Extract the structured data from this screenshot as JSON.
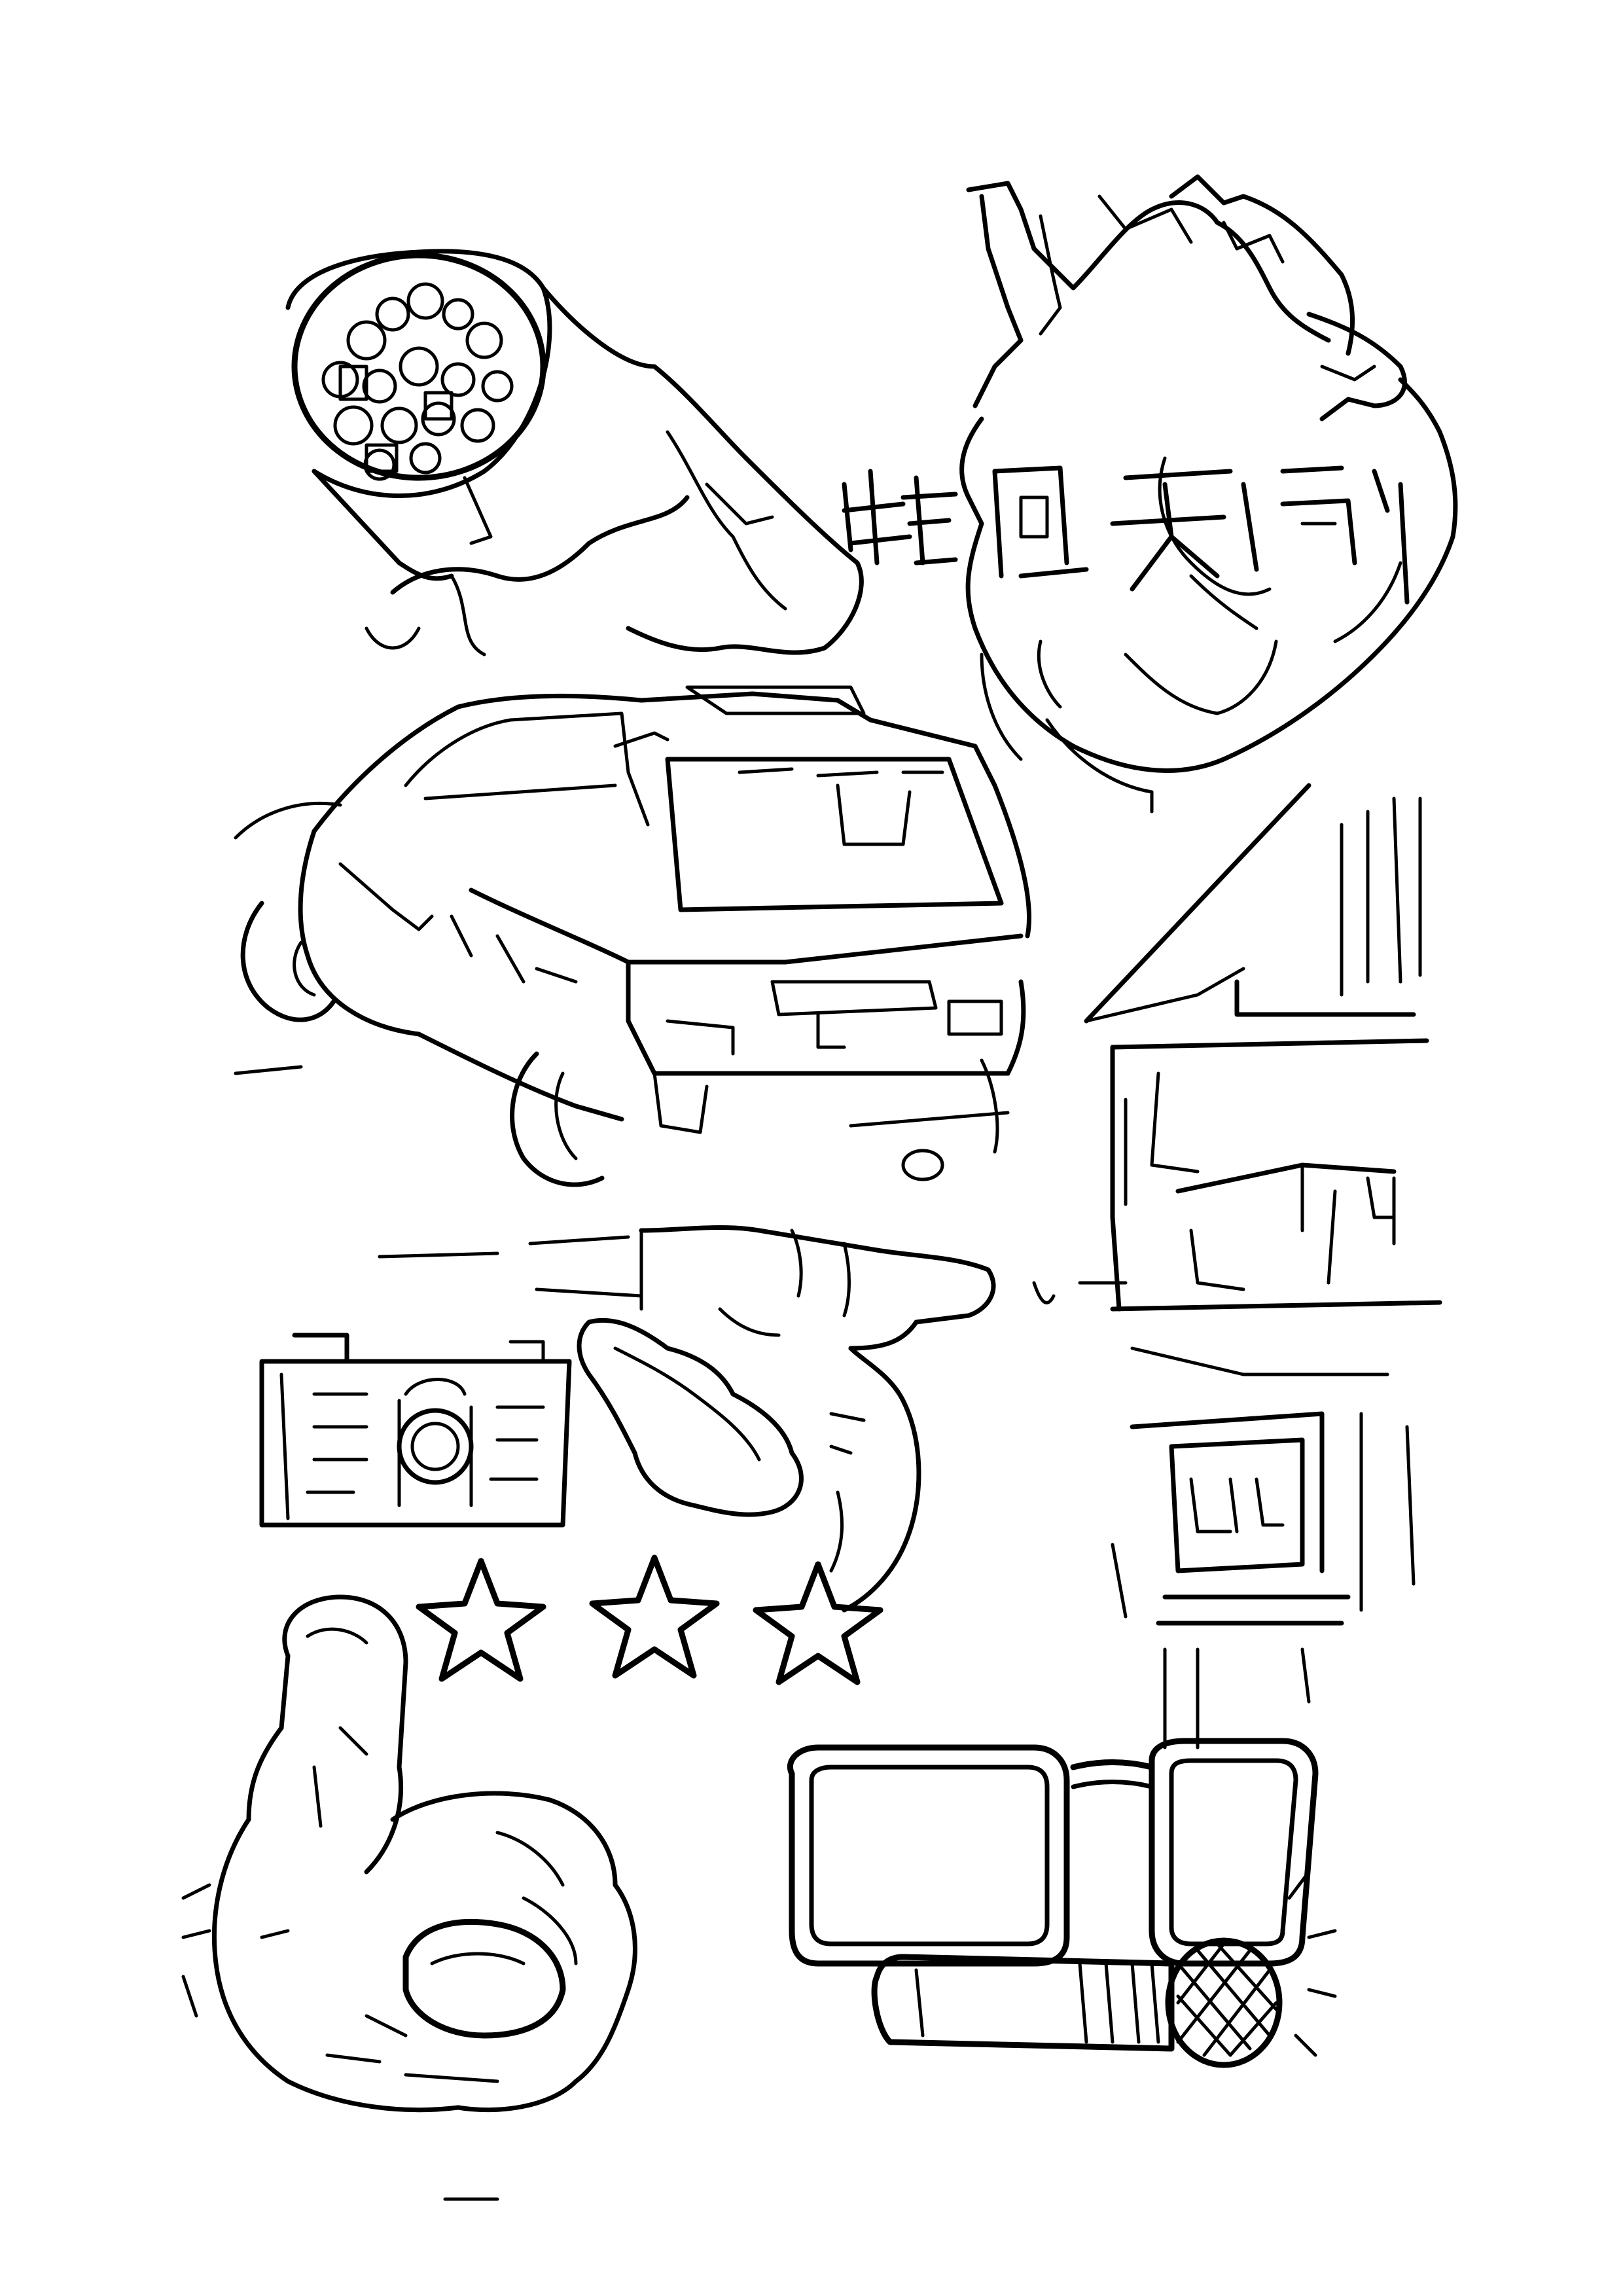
{
  "page": {
    "background": "#ffffff",
    "ink": "#000000"
  },
  "illustrations": [
    {
      "id": "cigarette",
      "icon": "cigarette-icon"
    },
    {
      "id": "anatomical-heart",
      "icon": "heart-icon"
    },
    {
      "id": "hand-lettering",
      "icon": "lettering-glyphs"
    },
    {
      "id": "car",
      "icon": "car-icon"
    },
    {
      "id": "building",
      "icon": "building-icon"
    },
    {
      "id": "pointing-hand",
      "icon": "pointing-hand-icon"
    },
    {
      "id": "camera",
      "icon": "camera-icon"
    },
    {
      "id": "three-stars",
      "icon": "star-icon",
      "count": 3
    },
    {
      "id": "thumbs-up",
      "icon": "thumbs-up-icon"
    },
    {
      "id": "sunglasses",
      "icon": "glasses-icon"
    },
    {
      "id": "microphone",
      "icon": "microphone-icon"
    }
  ]
}
